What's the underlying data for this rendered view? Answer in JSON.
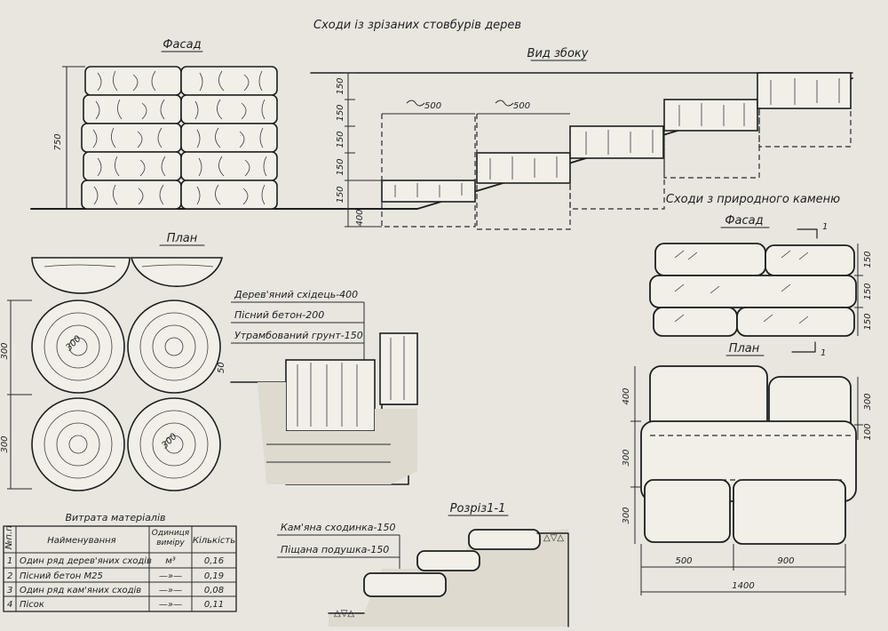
{
  "title": "Сходи із зрізаних стовбурів дерев",
  "facade_title": "Фасад",
  "side_view_title": "Вид збоку",
  "plan_title": "План",
  "stone_section_title": "Сходи з природного каменю",
  "stone_facade_title": "Фасад",
  "stone_plan_title": "План",
  "section_title": "Розріз1-1",
  "section_mark": "1",
  "facade_dim": "750",
  "side_dims": [
    "150",
    "150",
    "150",
    "150",
    "150",
    "400"
  ],
  "step_lengths": [
    "500",
    "500"
  ],
  "plan_dims": [
    "300",
    "300"
  ],
  "log_dims": [
    "300",
    "300"
  ],
  "layers": [
    "Дерев'яний східець-400",
    "Пісний бетон-200",
    "Утрамбований грунт-150"
  ],
  "layer_dim": "50",
  "stone_facade_dims": [
    "150",
    "150",
    "150"
  ],
  "stone_plan_dims": {
    "left": [
      "400",
      "300",
      "300"
    ],
    "right": [
      "300",
      "100"
    ],
    "bottom": [
      "500",
      "900"
    ],
    "total": "1400"
  },
  "section_layers": [
    "Кам'яна сходинка-150",
    "Піщана подушка-150"
  ],
  "table": {
    "title": "Витрата матеріалів",
    "headers": [
      "№п.п",
      "Найменування",
      "Одиниця виміру",
      "Кількість"
    ],
    "rows": [
      [
        "1",
        "Один ряд дерев'яних сходів",
        "м³",
        "0,16"
      ],
      [
        "2",
        "Пісний бетон М25",
        "—»—",
        "0,19"
      ],
      [
        "3",
        "Один ряд кам'яних сходів",
        "—»—",
        "0,08"
      ],
      [
        "4",
        "Пісок",
        "—»—",
        "0,11"
      ]
    ]
  }
}
